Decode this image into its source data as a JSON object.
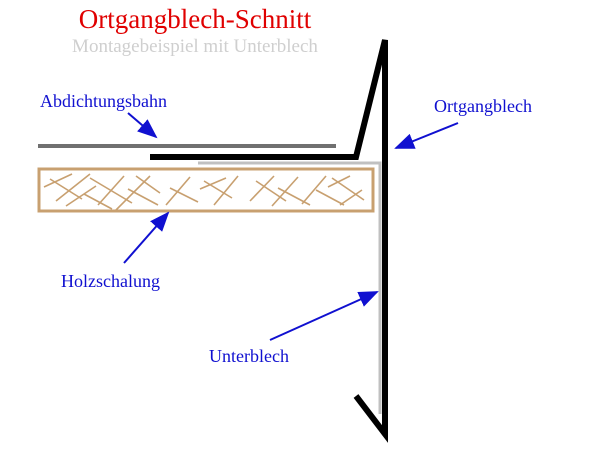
{
  "title": "Ortgangblech-Schnitt",
  "subtitle": "Montagebeispiel mit Unterblech",
  "labels": {
    "abdichtungsbahn": "Abdichtungsbahn",
    "ortgangblech": "Ortgangblech",
    "holzschalung": "Holzschalung",
    "unterblech": "Unterblech"
  },
  "colors": {
    "title": "#e00000",
    "subtitle": "#cfcfcf",
    "callout": "#1010d0",
    "wood": "#c8a070",
    "membrane": "#707070",
    "ortgangblech": "#000000",
    "unterblech": "#c0c0c0"
  }
}
